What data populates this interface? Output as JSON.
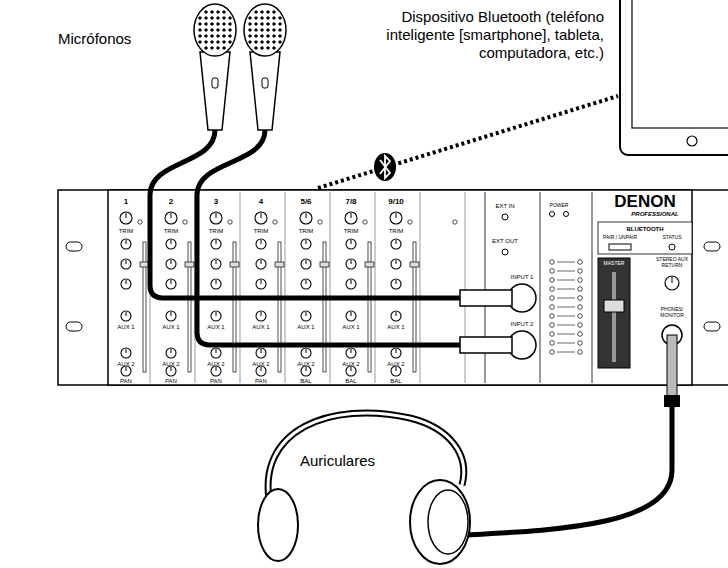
{
  "diagram": {
    "labels": [
      "Micrófonos",
      "Dispositivo Bluetooth (teléfono inteligente [smartphone], tableta, computadora, etc.)",
      "Auriculares",
      "1",
      "TRIM",
      "AUX 1",
      "AUX 2",
      "PAN",
      "2",
      "TRIM",
      "AUX 1",
      "AUX 2",
      "PAN",
      "3",
      "TRIM",
      "AUX 1",
      "AUX 2",
      "PAN",
      "4",
      "TRIM",
      "AUX 1",
      "AUX 2",
      "PAN",
      "5/6",
      "TRIM",
      "AUX 1",
      "AUX 2",
      "BAL",
      "7/8",
      "TRIM",
      "AUX 1",
      "AUX 2",
      "BAL",
      "9/10",
      "TRIM",
      "AUX 1",
      "AUX 2",
      "BAL",
      "EXT IN",
      "EXT OUT",
      "POWER",
      "INPUT 1",
      "INPUT 2",
      "DENON",
      "PROFESSIONAL",
      "BLUETOOTH",
      "PAIR / UNPAIR",
      "STATUS",
      "MASTER",
      "STEREO AUX RETURN",
      "PHONES/ MONITOR"
    ]
  }
}
